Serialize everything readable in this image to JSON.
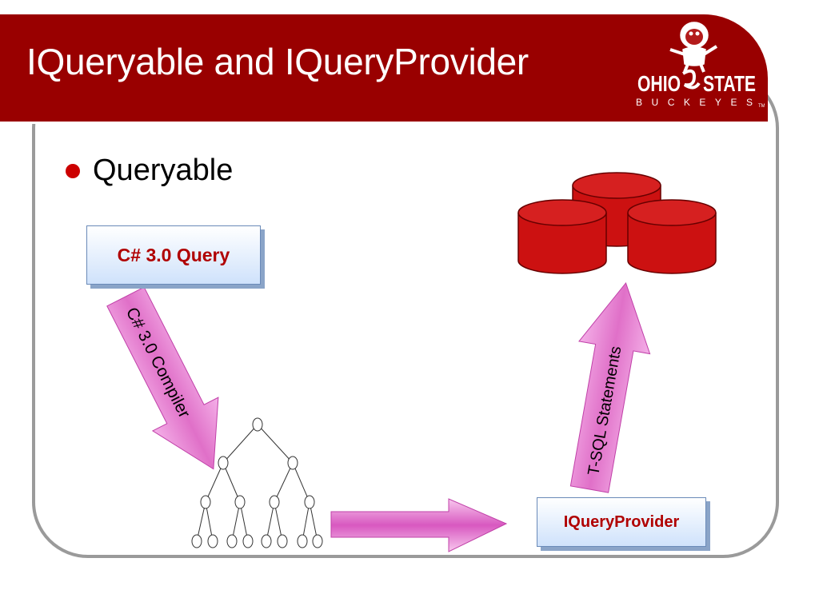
{
  "slide": {
    "title": "IQueryable and IQueryProvider",
    "bullet": "Queryable"
  },
  "logo": {
    "line1": "OHIO",
    "line2": "STATE",
    "line3": "BUCKEYES",
    "trademark": "TM"
  },
  "diagram": {
    "query_box": "C# 3.0 Query",
    "compiler_arrow_label": "C# 3.0 Compiler",
    "sql_arrow_label": "T-SQL Statements",
    "provider_box": "IQueryProvider"
  },
  "colors": {
    "title_bar": "#990000",
    "arrow": "#e070c8",
    "database": "#cc0000",
    "box_text": "#b00000",
    "bullet": "#cc0000"
  }
}
